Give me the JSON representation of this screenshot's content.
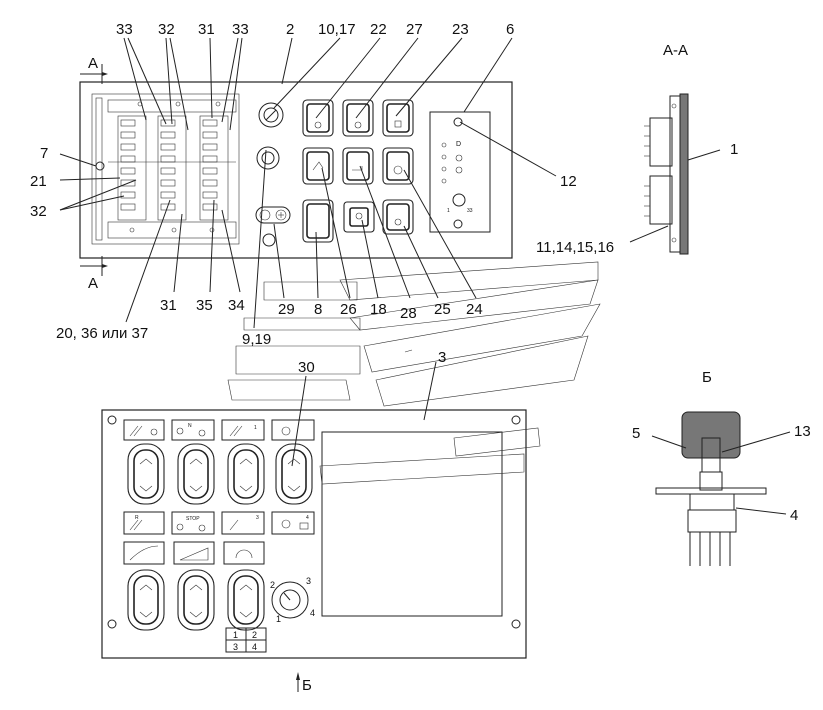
{
  "callouts": {
    "c33a": "33",
    "c32a": "32",
    "c31a": "31",
    "c33b": "33",
    "c2": "2",
    "c10_17": "10,17",
    "c22": "22",
    "c27": "27",
    "c23": "23",
    "c6": "6",
    "c7": "7",
    "c21": "21",
    "c32b": "32",
    "c12": "12",
    "c1": "1",
    "c11_16": "11,14,15,16",
    "c20_37": "20, 36 или 37",
    "c31b": "31",
    "c35": "35",
    "c34": "34",
    "c29": "29",
    "c8": "8",
    "c26": "26",
    "c18": "18",
    "c28": "28",
    "c25": "25",
    "c24": "24",
    "c9_19": "9,19",
    "c30": "30",
    "c3": "3",
    "c5": "5",
    "c13": "13",
    "c4": "4"
  },
  "section_labels": {
    "aa_title": "А-А",
    "a_top": "А",
    "a_bottom": "А",
    "b_title": "Б",
    "b_arrow": "Б"
  },
  "panel_text": {
    "switch_d": "D",
    "knob_scale_1": "1",
    "knob_scale_33": "33",
    "n_label": "N",
    "stop_label": "STOP",
    "r_label": "R",
    "num_1": "1",
    "num_3": "3",
    "num_4": "4",
    "dial_1": "1",
    "dial_2": "2",
    "dial_3": "3",
    "dial_4": "4",
    "grid_1": "1",
    "grid_2": "2",
    "grid_3": "3",
    "grid_4": "4"
  }
}
